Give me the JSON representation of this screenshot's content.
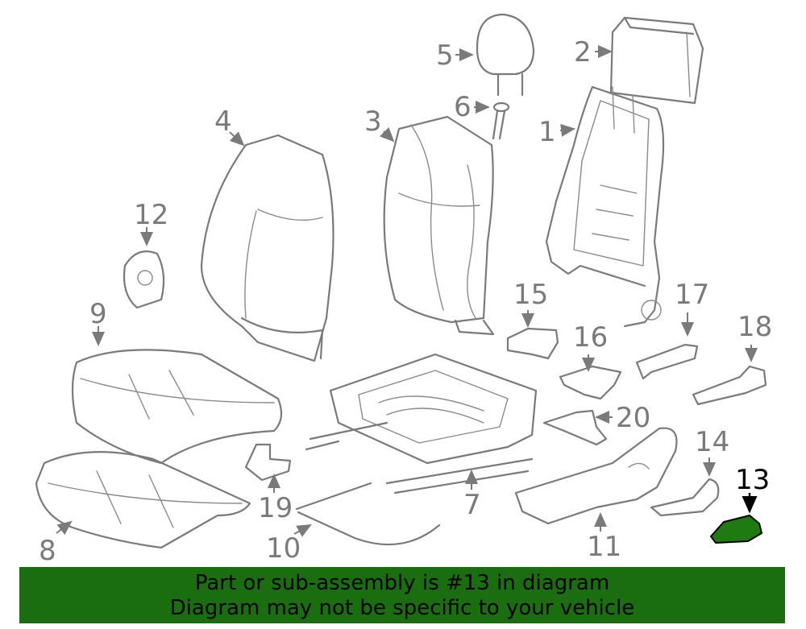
{
  "colors": {
    "banner_bg": "#1a6e0f",
    "highlight_part": "#1f7a12",
    "line": "#7a7a7a",
    "active_label": "#000000"
  },
  "callouts": {
    "c1": "1",
    "c2": "2",
    "c3": "3",
    "c4": "4",
    "c5": "5",
    "c6": "6",
    "c7": "7",
    "c8": "8",
    "c9": "9",
    "c10": "10",
    "c11": "11",
    "c12": "12",
    "c13": "13",
    "c14": "14",
    "c15": "15",
    "c16": "16",
    "c17": "17",
    "c18": "18",
    "c19": "19",
    "c20": "20"
  },
  "highlighted_part": "13",
  "banner": {
    "line1": "Part or sub-assembly is #13 in diagram",
    "line2": "Diagram may not be specific to your vehicle"
  }
}
